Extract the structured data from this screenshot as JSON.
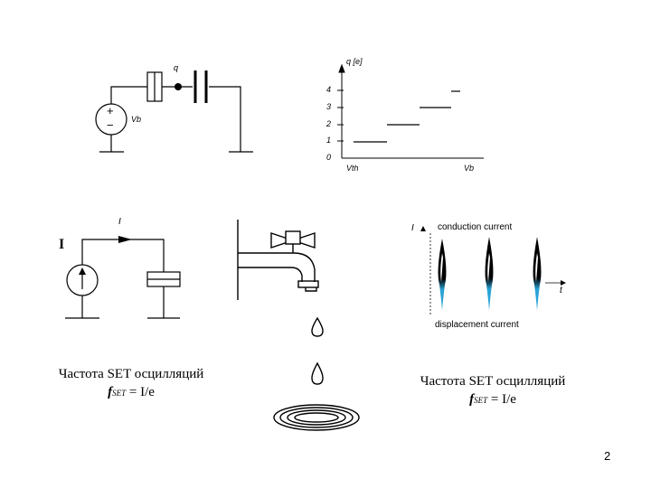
{
  "top_circuit": {
    "charge_label": "q",
    "source_label": "Vb",
    "plus": "+",
    "minus": "−"
  },
  "staircase": {
    "y_axis_label": "q [e]",
    "y_ticks": [
      "4",
      "3",
      "2",
      "1",
      "0"
    ],
    "x_tick_left": "Vth",
    "x_tick_right": "Vb"
  },
  "bottom_circuit": {
    "current_label": "I",
    "big_label": "I"
  },
  "current_plot": {
    "y_label": "I",
    "x_label": "t",
    "top_label": "conduction current",
    "bottom_label": "displacement current"
  },
  "left_caption": {
    "line1": "Частота SET осцилляций",
    "f": "f",
    "sub": "SET",
    "rest": " = I/e"
  },
  "right_caption": {
    "line1": "Частота SET осцилляций",
    "f": "f",
    "sub": "SET",
    "rest": " = I/e"
  },
  "page_number": "2",
  "colors": {
    "droplet_blue": "#29a3d6",
    "ink": "#000000"
  }
}
